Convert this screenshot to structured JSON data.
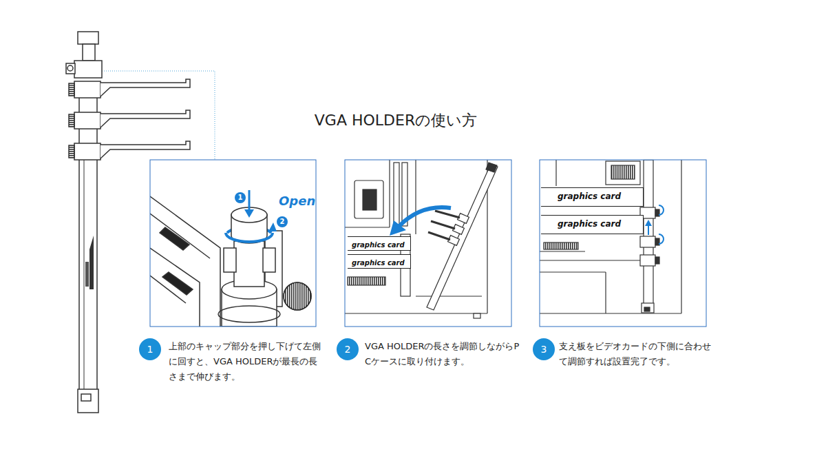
{
  "diagram": {
    "title": "VGA HOLDERの使い方",
    "nodes": [
      {
        "text": [
          "1"
        ]
      },
      {
        "text": [
          "2"
        ]
      },
      {
        "text": [
          "graphics card"
        ]
      },
      {
        "text": [
          "graphics card"
        ]
      },
      {
        "text": [
          "graphics card"
        ]
      },
      {
        "text": [
          "graphics card"
        ]
      },
      {
        "text": [
          "1",
          "上部のキャップ部分を押し下げて左側に回すと、VGA HOLDERが最長の長さまで伸びます。"
        ]
      },
      {
        "text": [
          "2",
          "VGA HOLDERの長さを調節しながらPCケースに取り付けます。"
        ]
      },
      {
        "text": [
          "3",
          "支え板をビデオカードの下側に合わせて調節すれば設置完了です。"
        ]
      }
    ],
    "labels": [
      "Open"
    ]
  }
}
